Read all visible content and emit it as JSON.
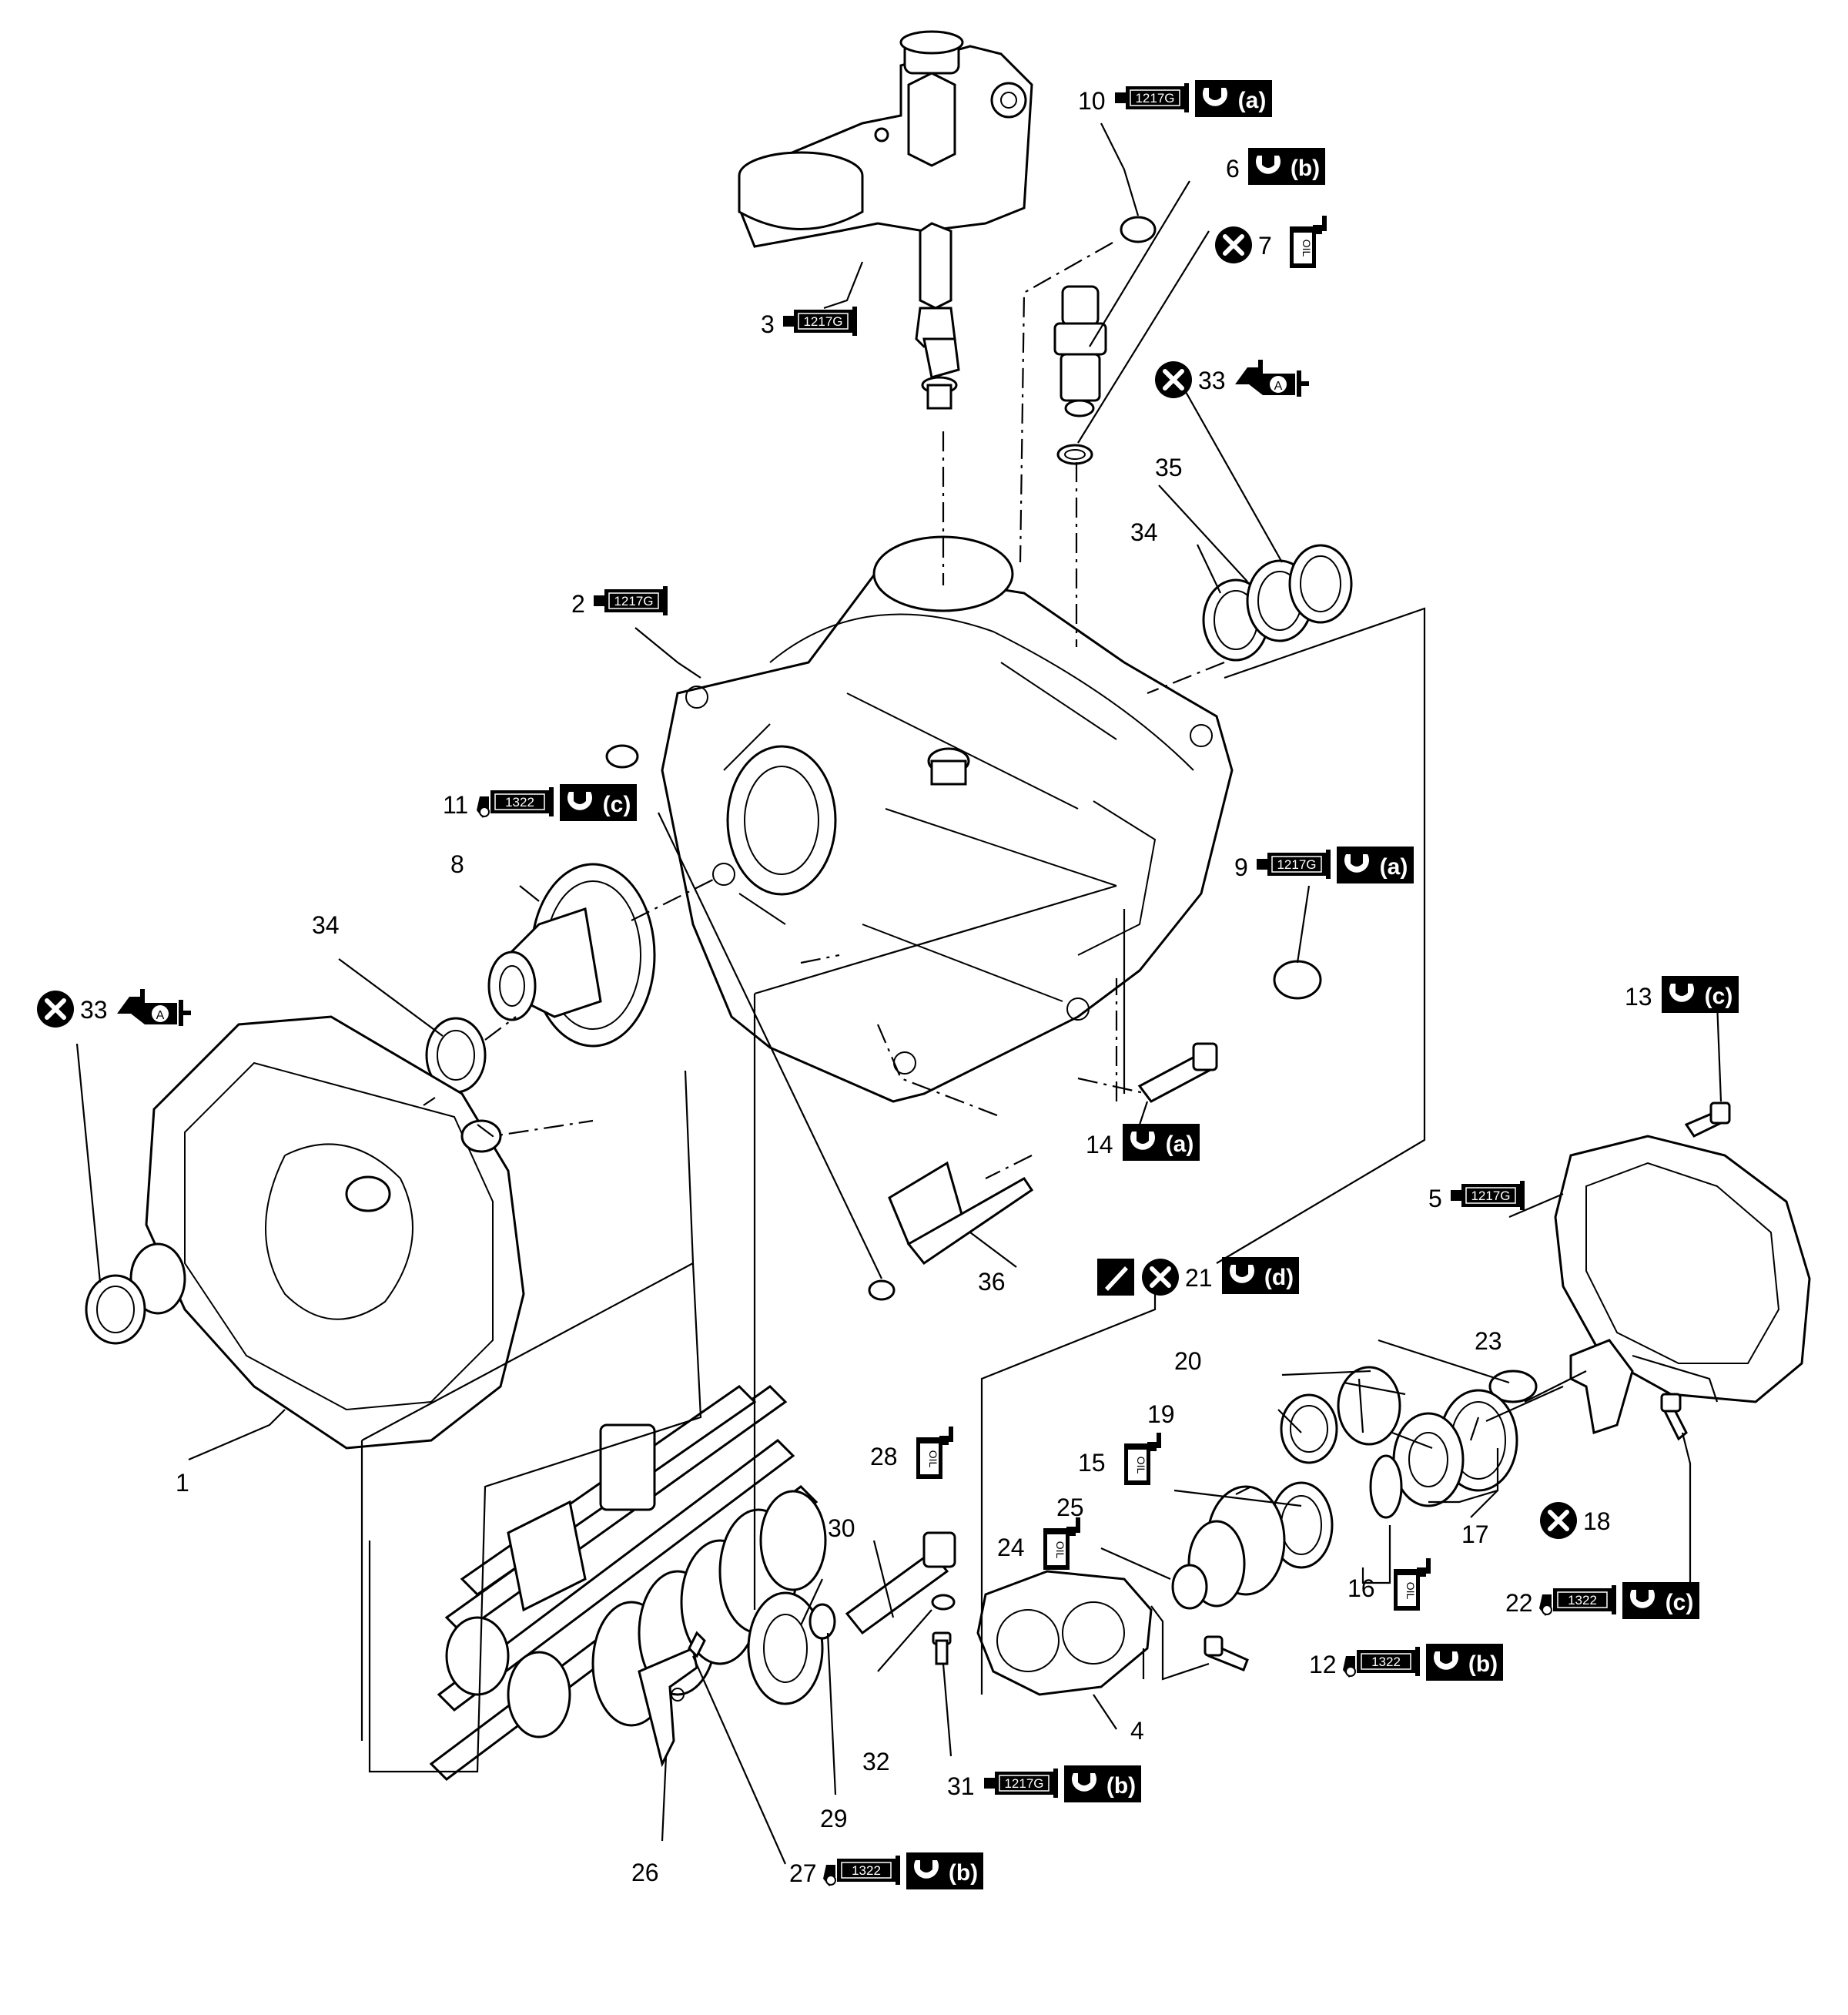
{
  "diagram": {
    "callouts": [
      {
        "id": "1",
        "number": "1",
        "symbols": []
      },
      {
        "id": "2",
        "number": "2",
        "symbols": [
          {
            "type": "sealant",
            "code": "1217G"
          }
        ]
      },
      {
        "id": "3",
        "number": "3",
        "symbols": [
          {
            "type": "sealant",
            "code": "1217G"
          }
        ]
      },
      {
        "id": "4",
        "number": "4",
        "symbols": []
      },
      {
        "id": "5",
        "number": "5",
        "symbols": [
          {
            "type": "sealant",
            "code": "1217G"
          }
        ]
      },
      {
        "id": "6",
        "number": "6",
        "symbols": [
          {
            "type": "torque",
            "letter": "(b)"
          }
        ]
      },
      {
        "id": "7",
        "number": "7",
        "symbols": [
          {
            "type": "replace"
          },
          {
            "type": "oil",
            "text": "OIL"
          }
        ]
      },
      {
        "id": "8",
        "number": "8",
        "symbols": []
      },
      {
        "id": "9",
        "number": "9",
        "symbols": [
          {
            "type": "sealant",
            "code": "1217G"
          },
          {
            "type": "torque",
            "letter": "(a)"
          }
        ]
      },
      {
        "id": "10",
        "number": "10",
        "symbols": [
          {
            "type": "sealant",
            "code": "1217G"
          },
          {
            "type": "torque",
            "letter": "(a)"
          }
        ]
      },
      {
        "id": "11",
        "number": "11",
        "symbols": [
          {
            "type": "threadlock",
            "code": "1322"
          },
          {
            "type": "torque",
            "letter": "(c)"
          }
        ]
      },
      {
        "id": "12",
        "number": "12",
        "symbols": [
          {
            "type": "threadlock",
            "code": "1322"
          },
          {
            "type": "torque",
            "letter": "(b)"
          }
        ]
      },
      {
        "id": "13",
        "number": "13",
        "symbols": [
          {
            "type": "torque",
            "letter": "(c)"
          }
        ]
      },
      {
        "id": "14",
        "number": "14",
        "symbols": [
          {
            "type": "torque",
            "letter": "(a)"
          }
        ]
      },
      {
        "id": "15",
        "number": "15",
        "symbols": [
          {
            "type": "oil",
            "text": "OIL"
          }
        ]
      },
      {
        "id": "16",
        "number": "16",
        "symbols": [
          {
            "type": "oil",
            "text": "OIL"
          }
        ]
      },
      {
        "id": "17",
        "number": "17",
        "symbols": []
      },
      {
        "id": "18",
        "number": "18",
        "symbols": [
          {
            "type": "replace"
          }
        ]
      },
      {
        "id": "19",
        "number": "19",
        "symbols": []
      },
      {
        "id": "20",
        "number": "20",
        "symbols": []
      },
      {
        "id": "21",
        "number": "21",
        "symbols": [
          {
            "type": "stake"
          },
          {
            "type": "replace"
          },
          {
            "type": "torque",
            "letter": "(d)"
          }
        ]
      },
      {
        "id": "22",
        "number": "22",
        "symbols": [
          {
            "type": "threadlock",
            "code": "1322"
          },
          {
            "type": "torque",
            "letter": "(c)"
          }
        ]
      },
      {
        "id": "23",
        "number": "23",
        "symbols": []
      },
      {
        "id": "24",
        "number": "24",
        "symbols": [
          {
            "type": "oil",
            "text": "OIL"
          }
        ]
      },
      {
        "id": "25",
        "number": "25",
        "symbols": []
      },
      {
        "id": "26",
        "number": "26",
        "symbols": []
      },
      {
        "id": "27",
        "number": "27",
        "symbols": [
          {
            "type": "threadlock",
            "code": "1322"
          },
          {
            "type": "torque",
            "letter": "(b)"
          }
        ]
      },
      {
        "id": "28",
        "number": "28",
        "symbols": [
          {
            "type": "oil",
            "text": "OIL"
          }
        ]
      },
      {
        "id": "29",
        "number": "29",
        "symbols": []
      },
      {
        "id": "30",
        "number": "30",
        "symbols": []
      },
      {
        "id": "31",
        "number": "31",
        "symbols": [
          {
            "type": "sealant",
            "code": "1217G"
          },
          {
            "type": "torque",
            "letter": "(b)"
          }
        ]
      },
      {
        "id": "32",
        "number": "32",
        "symbols": []
      },
      {
        "id": "33a",
        "number": "33",
        "symbols": [
          {
            "type": "replace"
          },
          {
            "type": "grease",
            "letter": "A"
          }
        ]
      },
      {
        "id": "33b",
        "number": "33",
        "symbols": [
          {
            "type": "replace"
          },
          {
            "type": "grease",
            "letter": "A"
          }
        ]
      },
      {
        "id": "34a",
        "number": "34",
        "symbols": []
      },
      {
        "id": "34b",
        "number": "34",
        "symbols": []
      },
      {
        "id": "35",
        "number": "35",
        "symbols": []
      },
      {
        "id": "36",
        "number": "36",
        "symbols": []
      }
    ]
  }
}
